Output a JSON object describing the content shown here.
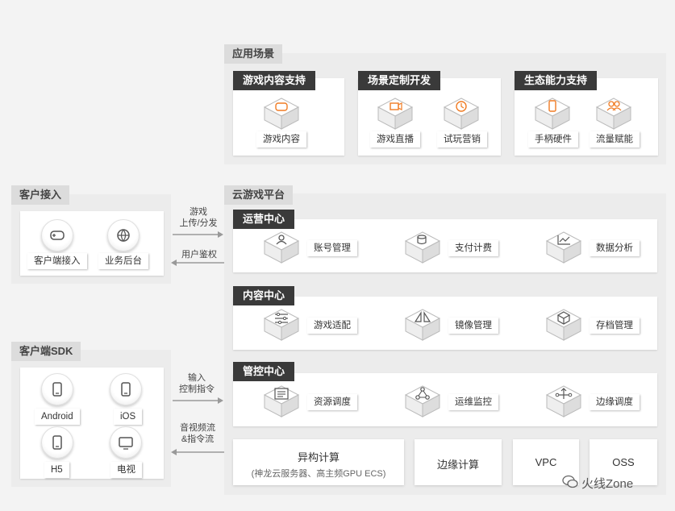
{
  "app_scenarios": {
    "title": "应用场景",
    "groups": [
      {
        "title": "游戏内容支持",
        "items": [
          "游戏内容"
        ]
      },
      {
        "title": "场景定制开发",
        "items": [
          "游戏直播",
          "试玩营销"
        ]
      },
      {
        "title": "生态能力支持",
        "items": [
          "手柄硬件",
          "流量赋能"
        ]
      }
    ]
  },
  "client_access": {
    "title": "客户接入",
    "items": [
      "客户端接入",
      "业务后台"
    ]
  },
  "client_sdk": {
    "title": "客户端SDK",
    "items": [
      "Android",
      "iOS",
      "H5",
      "电视"
    ]
  },
  "platform": {
    "title": "云游戏平台",
    "centers": [
      {
        "title": "运营中心",
        "items": [
          "账号管理",
          "支付计费",
          "数据分析"
        ]
      },
      {
        "title": "内容中心",
        "items": [
          "游戏适配",
          "镜像管理",
          "存档管理"
        ]
      },
      {
        "title": "管控中心",
        "items": [
          "资源调度",
          "运维监控",
          "边缘调度"
        ]
      }
    ],
    "infra": {
      "hetero_title": "异构计算",
      "hetero_sub": "(神龙云服务器、高主频GPU ECS)",
      "edge": "边缘计算",
      "vpc": "VPC",
      "oss": "OSS"
    }
  },
  "arrows": {
    "game_upload_1": "游戏",
    "game_upload_2": "上传/分发",
    "user_auth": "用户鉴权",
    "input_1": "输入",
    "input_2": "控制指令",
    "av_1": "音视频流",
    "av_2": "&指令流"
  },
  "watermark": "火线Zone",
  "colors": {
    "accent": "#f07b23",
    "dark_tag": "#3a3a3a",
    "panel": "#ececec"
  }
}
